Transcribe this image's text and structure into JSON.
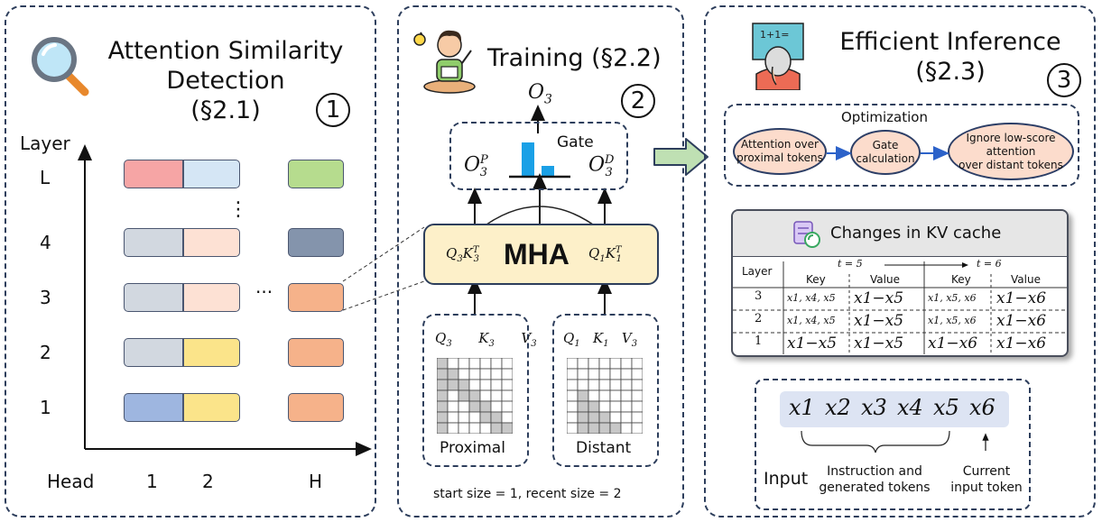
{
  "panel1": {
    "title_lines": [
      "Attention Similarity",
      "Detection",
      "(§2.1)"
    ],
    "step": "1",
    "y_axis": "Layer",
    "x_axis": "Head",
    "layer_labels": [
      "L",
      "4",
      "3",
      "2",
      "1"
    ],
    "head_labels": [
      "1",
      "2",
      "H"
    ],
    "vdots": "⋮",
    "hdots": "···",
    "colors": {
      "L": [
        "#f6a5a5",
        "#d5e6f5",
        "#b6dc8e"
      ],
      "4": [
        "#d2d8e0",
        "#fde1d4",
        "#8494ac"
      ],
      "3": [
        "#d2d8e0",
        "#fde1d4",
        "#f6b28a"
      ],
      "2": [
        "#d2d8e0",
        "#fbe48a",
        "#f6b28a"
      ],
      "1": [
        "#9eb6e0",
        "#fbe48a",
        "#f6b28a"
      ]
    }
  },
  "panel2": {
    "title": "Training (§2.2)",
    "step": "2",
    "output": "O3",
    "gate": "Gate",
    "o_p": "O3P",
    "o_d": "O3D",
    "mha": "MHA",
    "qk_left": "Q3K3T",
    "qk_right": "Q1K1T",
    "proximal_label": "Proximal",
    "distant_label": "Distant",
    "proximal_qkv": [
      "Q3",
      "K3",
      "V3"
    ],
    "distant_qkv": [
      "Q1",
      "K1",
      "V3"
    ],
    "footer": "start size = 1, recent size = 2",
    "bar_color": "#1aa0e6"
  },
  "panel3": {
    "title_lines": [
      "Efficient Inference",
      "(§2.3)"
    ],
    "step": "3",
    "optimization": {
      "title": "Optimization",
      "steps": [
        [
          "Attention over",
          "proximal tokens"
        ],
        [
          "Gate",
          "calculation"
        ],
        [
          "Ignore low-score",
          "attention",
          "over distant tokens"
        ]
      ]
    },
    "kv": {
      "title": "Changes in KV cache",
      "t5": "t = 5",
      "t6": "t = 6",
      "headers": [
        "Layer",
        "Key",
        "Value",
        "Key",
        "Value"
      ],
      "rows": [
        [
          "3",
          "x1, x4, x5",
          "x1−x5",
          "x1, x5, x6",
          "x1−x6"
        ],
        [
          "2",
          "x1, x4, x5",
          "x1−x5",
          "x1, x5, x6",
          "x1−x6"
        ],
        [
          "1",
          "x1−x5",
          "x1−x5",
          "x1−x6",
          "x1−x6"
        ]
      ]
    },
    "input": {
      "tokens": [
        "x1",
        "x2",
        "x3",
        "x4",
        "x5",
        "x6"
      ],
      "label": "Input",
      "left_caption": [
        "Instruction and",
        "generated tokens"
      ],
      "right_caption": [
        "Current",
        "input token"
      ]
    }
  }
}
